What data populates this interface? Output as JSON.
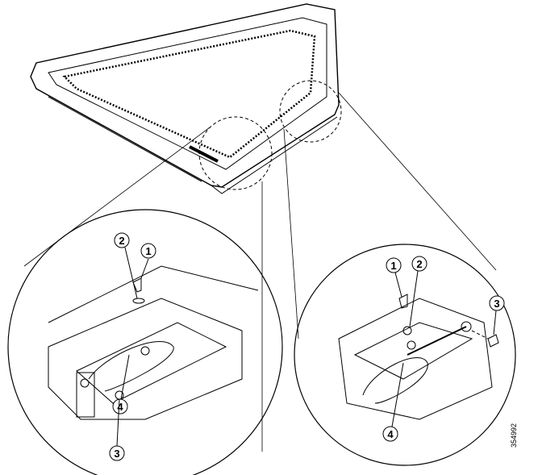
{
  "figure_id": "354992",
  "left_detail": {
    "callouts": [
      "1",
      "2",
      "3",
      "4"
    ]
  },
  "right_detail": {
    "callouts": [
      "1",
      "2",
      "3",
      "4"
    ]
  },
  "colors": {
    "line": "#000000",
    "background": "#ffffff"
  }
}
